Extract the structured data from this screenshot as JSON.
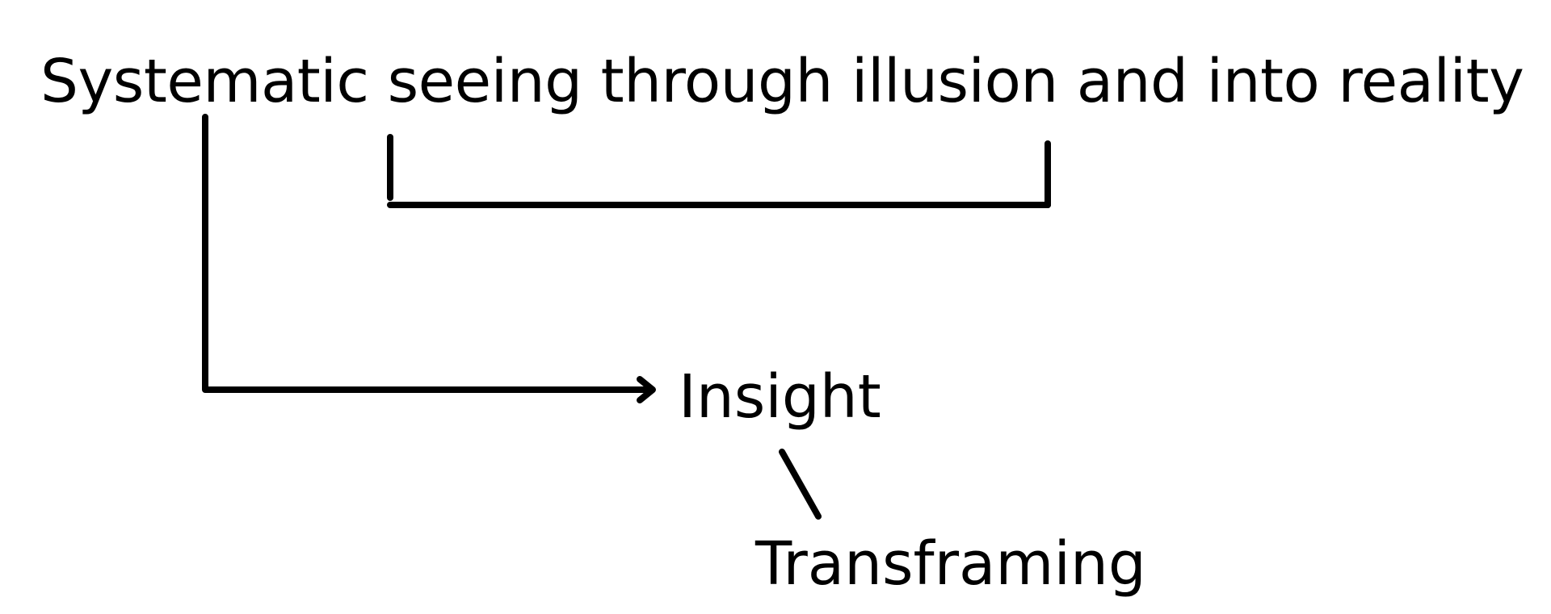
{
  "diagram": {
    "headline": "Systematic seeing through illusion and into reality",
    "target_node": "Insight",
    "sub_node": "Transframing",
    "stroke_color": "#000000",
    "background_color": "#ffffff"
  }
}
